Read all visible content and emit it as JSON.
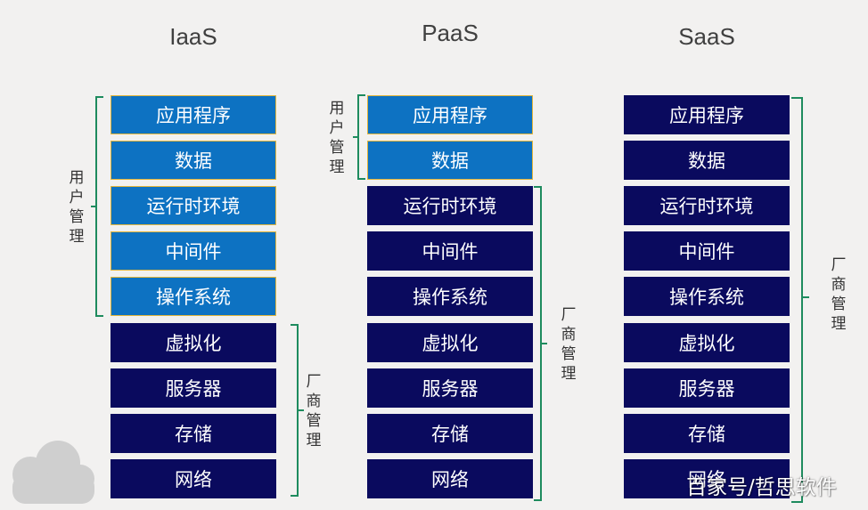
{
  "columns": [
    {
      "title": "IaaS",
      "boxes": [
        "应用程序",
        "数据",
        "运行时环境",
        "中间件",
        "操作系统",
        "虚拟化",
        "服务器",
        "存储",
        "网络"
      ],
      "user_count": 5,
      "user_label": "用户管理",
      "vendor_label": "厂商管理"
    },
    {
      "title": "PaaS",
      "boxes": [
        "应用程序",
        "数据",
        "运行时环境",
        "中间件",
        "操作系统",
        "虚拟化",
        "服务器",
        "存储",
        "网络"
      ],
      "user_count": 2,
      "user_label": "用户管理",
      "vendor_label": "厂商管理"
    },
    {
      "title": "SaaS",
      "boxes": [
        "应用程序",
        "数据",
        "运行时环境",
        "中间件",
        "操作系统",
        "虚拟化",
        "服务器",
        "存储",
        "网络"
      ],
      "user_count": 0,
      "user_label": "",
      "vendor_label": "厂商管理"
    }
  ],
  "colors": {
    "user_box": "#0d72c2",
    "user_box_border": "#e1b53b",
    "vendor_box": "#0a0a5e",
    "user_bracket": "#1e8b5e",
    "vendor_bracket": "#1e8b5e",
    "background": "#f2f1f0"
  },
  "watermark": "百家号/哲思软件"
}
